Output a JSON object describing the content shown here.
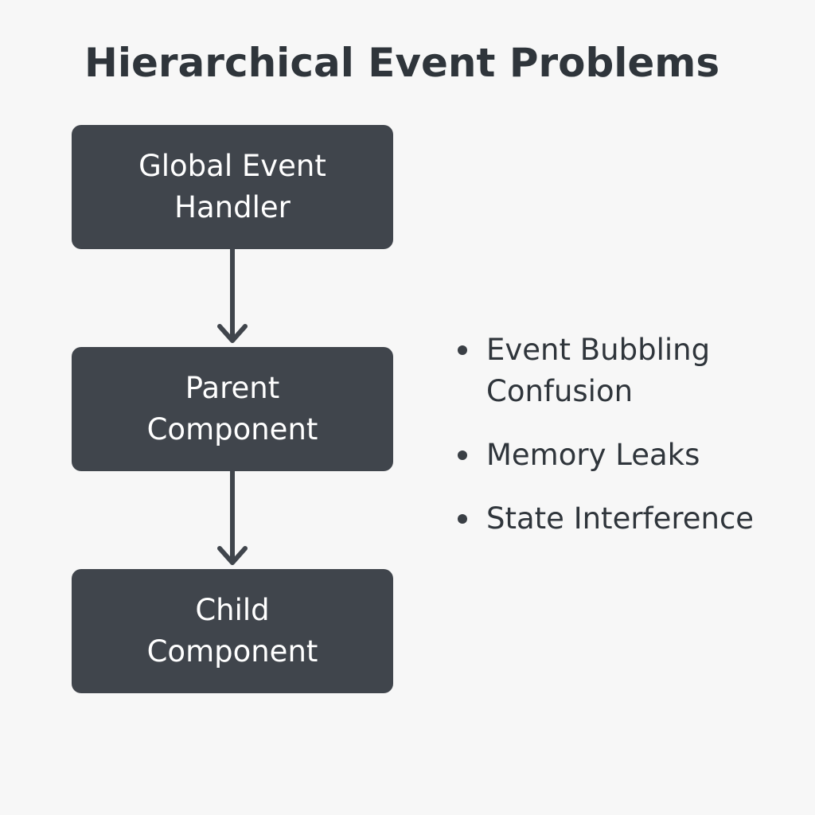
{
  "diagram": {
    "title": "Hierarchical Event Problems",
    "nodes": [
      {
        "id": "global",
        "label": "Global Event Handler"
      },
      {
        "id": "parent",
        "label": "Parent Component"
      },
      {
        "id": "child",
        "label": "Child Component"
      }
    ],
    "edges": [
      {
        "from": "global",
        "to": "parent"
      },
      {
        "from": "parent",
        "to": "child"
      }
    ],
    "problems": [
      "Event Bubbling Confusion",
      "Memory Leaks",
      "State Interference"
    ],
    "colors": {
      "background": "#f7f7f7",
      "node_fill": "#40454c",
      "node_text": "#ffffff",
      "text": "#2f353b",
      "arrow": "#40454c"
    }
  }
}
